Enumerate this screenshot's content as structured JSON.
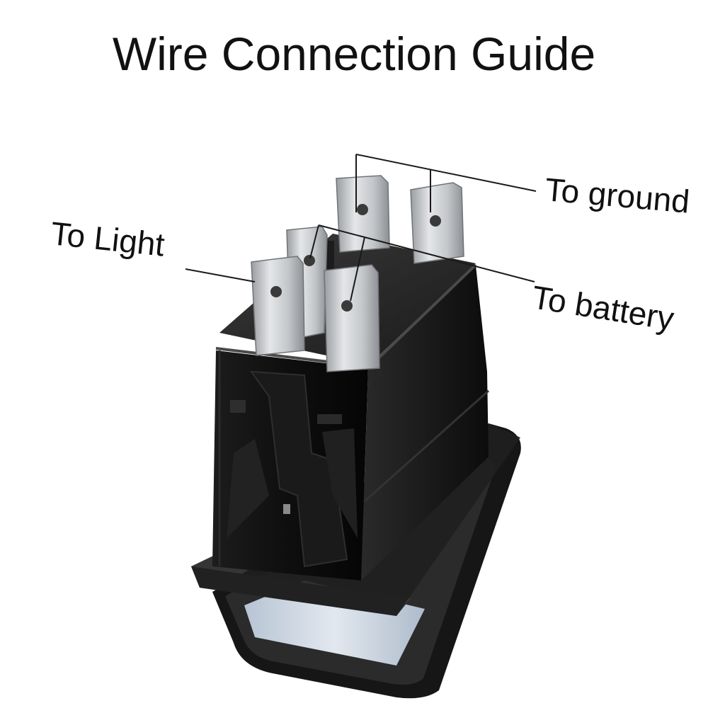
{
  "title": "Wire Connection Guide",
  "labels": {
    "ground": "To ground",
    "light": "To Light",
    "battery": "To battery"
  },
  "colors": {
    "background": "#ffffff",
    "text": "#111111",
    "switch_body": "#141414",
    "terminal_metal": "#c9cbce",
    "lens": "#cfd8e4"
  }
}
